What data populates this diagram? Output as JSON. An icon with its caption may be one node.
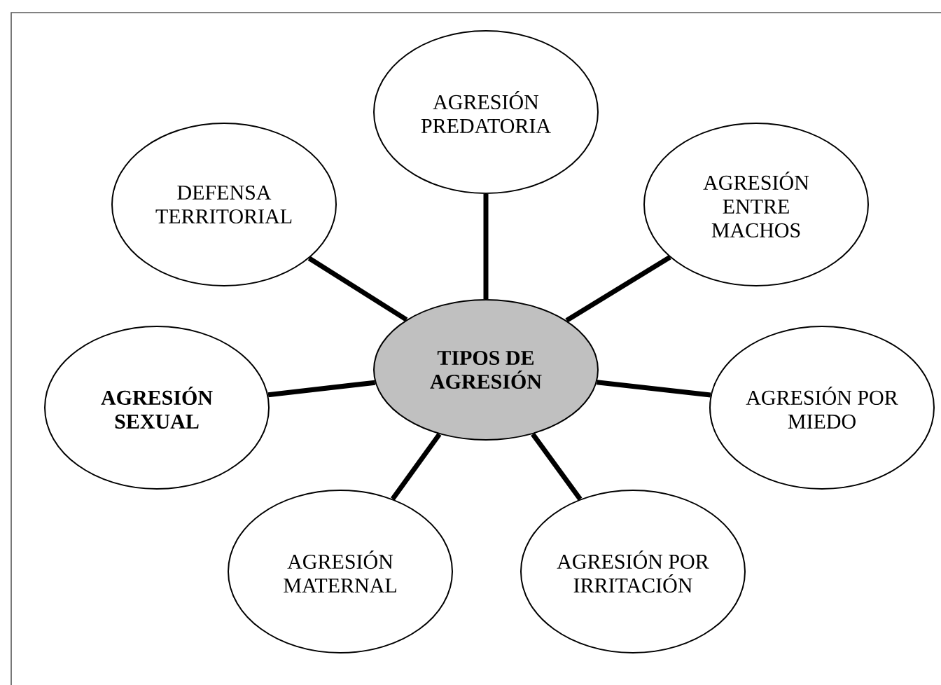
{
  "diagram": {
    "nodes": [
      {
        "text": [
          "AGRESIÓN PREDATORIA"
        ]
      },
      {
        "text": [
          "DEFENSA TERRITORIAL"
        ]
      },
      {
        "text": [
          "AGRESIÓN ENTRE MACHOS"
        ]
      },
      {
        "text": [
          "TIPOS DE AGRESIÓN"
        ]
      },
      {
        "text": [
          "AGRESIÓN SEXUAL"
        ]
      },
      {
        "text": [
          "AGRESIÓN POR MIEDO"
        ]
      },
      {
        "text": [
          "AGRESIÓN MATERNAL"
        ]
      },
      {
        "text": [
          "AGRESIÓN POR IRRITACIÓN"
        ]
      }
    ],
    "edges": [
      {
        "from": 3,
        "to": 0,
        "arrow": "none"
      },
      {
        "from": 3,
        "to": 1,
        "arrow": "none"
      },
      {
        "from": 3,
        "to": 2,
        "arrow": "none"
      },
      {
        "from": 3,
        "to": 4,
        "arrow": "none"
      },
      {
        "from": 3,
        "to": 5,
        "arrow": "none"
      },
      {
        "from": 3,
        "to": 6,
        "arrow": "none"
      },
      {
        "from": 3,
        "to": 7,
        "arrow": "none"
      }
    ]
  }
}
